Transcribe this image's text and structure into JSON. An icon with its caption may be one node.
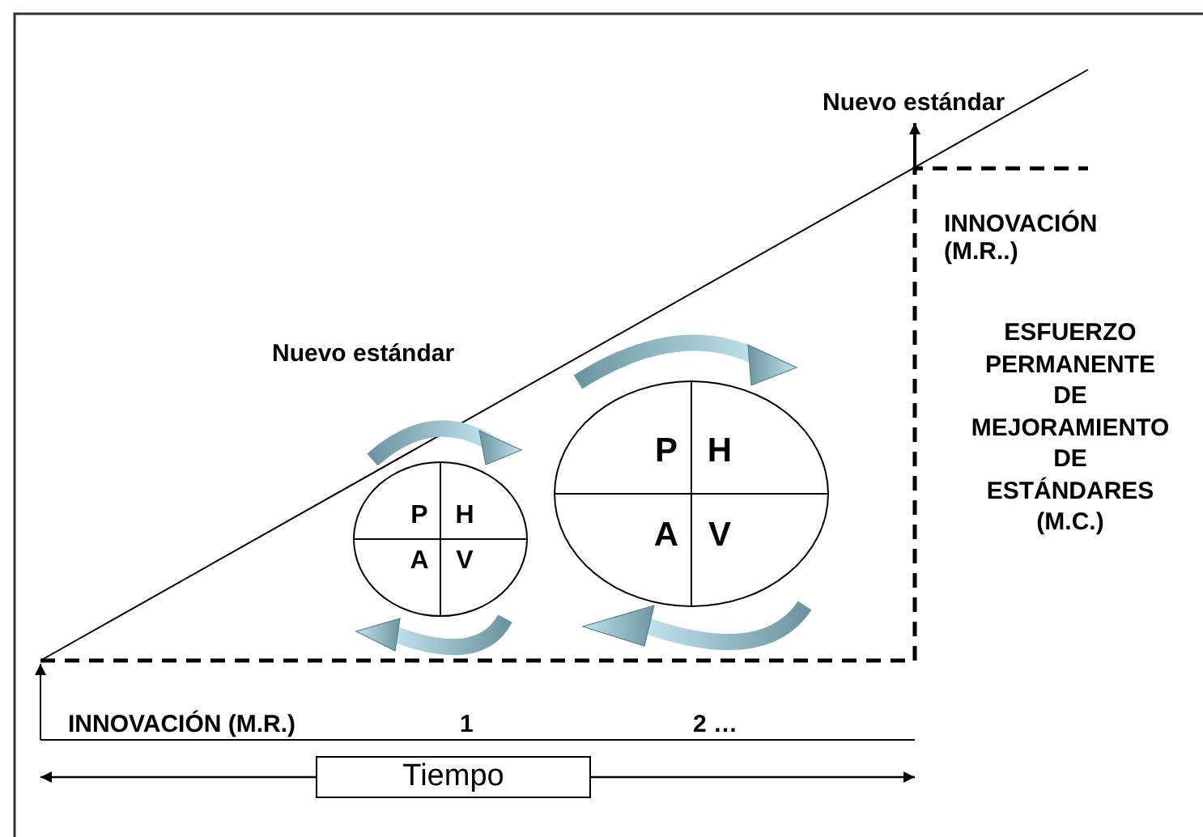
{
  "diagram": {
    "nodes": [
      {
        "text": [
          "P",
          "H",
          "A",
          "V"
        ]
      },
      {
        "text": [
          "P",
          "H",
          "A",
          "V"
        ]
      },
      {
        "text": [
          "Tiempo"
        ]
      }
    ],
    "labels": [
      "Nuevo estándar",
      "Nuevo estándar",
      "INNOVACIÓN (M.R..)",
      "ESFUERZO PERMANENTE DE MEJORAMIENTO DE ESTÁNDARES (M.C.)",
      "INNOVACIÓN (M.R.)",
      "1",
      "2 …"
    ]
  }
}
